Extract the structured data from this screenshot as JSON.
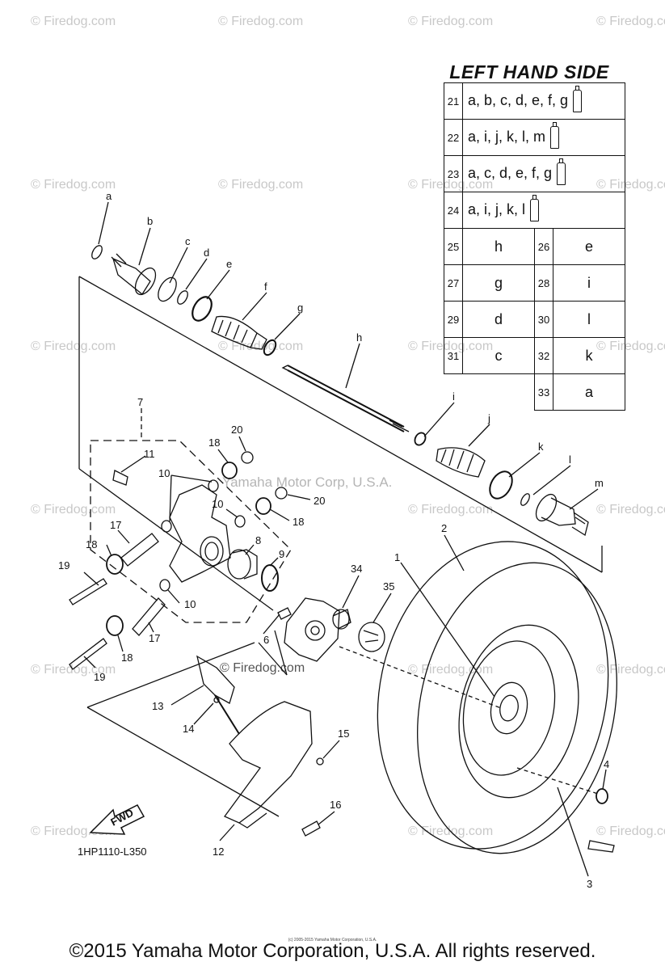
{
  "watermark": "© Firedog.com",
  "center_watermarks": {
    "yamaha": "Yamaha Motor Corp, U.S.A.",
    "firedog": "© Firedog.com"
  },
  "legend": {
    "title": "LEFT HAND SIDE",
    "rows": [
      {
        "num": "21",
        "text": "a, b, c, d, e, f, g"
      },
      {
        "num": "22",
        "text": "a, i, j, k, l, m"
      },
      {
        "num": "23",
        "text": "a, c, d, e, f, g"
      },
      {
        "num": "24",
        "text": "a, i, j, k, l"
      }
    ],
    "pairs": [
      {
        "n1": "25",
        "v1": "h",
        "n2": "26",
        "v2": "e"
      },
      {
        "n1": "27",
        "v1": "g",
        "n2": "28",
        "v2": "i"
      },
      {
        "n1": "29",
        "v1": "d",
        "n2": "30",
        "v2": "l"
      },
      {
        "n1": "31",
        "v1": "c",
        "n2": "32",
        "v2": "k"
      }
    ],
    "last": {
      "num": "33",
      "value": "a"
    }
  },
  "letter_labels": [
    "a",
    "b",
    "c",
    "d",
    "e",
    "f",
    "g",
    "h",
    "i",
    "j",
    "k",
    "l",
    "m"
  ],
  "part_numbers": [
    "1",
    "2",
    "3",
    "4",
    "6",
    "7",
    "8",
    "9",
    "10",
    "11",
    "12",
    "13",
    "14",
    "15",
    "16",
    "17",
    "18",
    "19",
    "20",
    "34",
    "35"
  ],
  "fwd_label": "FWD",
  "diagram_code": "1HP1110-L350",
  "footer": {
    "copyright": "©2015 Yamaha Motor Corporation, U.S.A. All rights reserved.",
    "fine_print": "(c) 2005-2015 Yamaha Motor Corporation, U.S.A."
  }
}
